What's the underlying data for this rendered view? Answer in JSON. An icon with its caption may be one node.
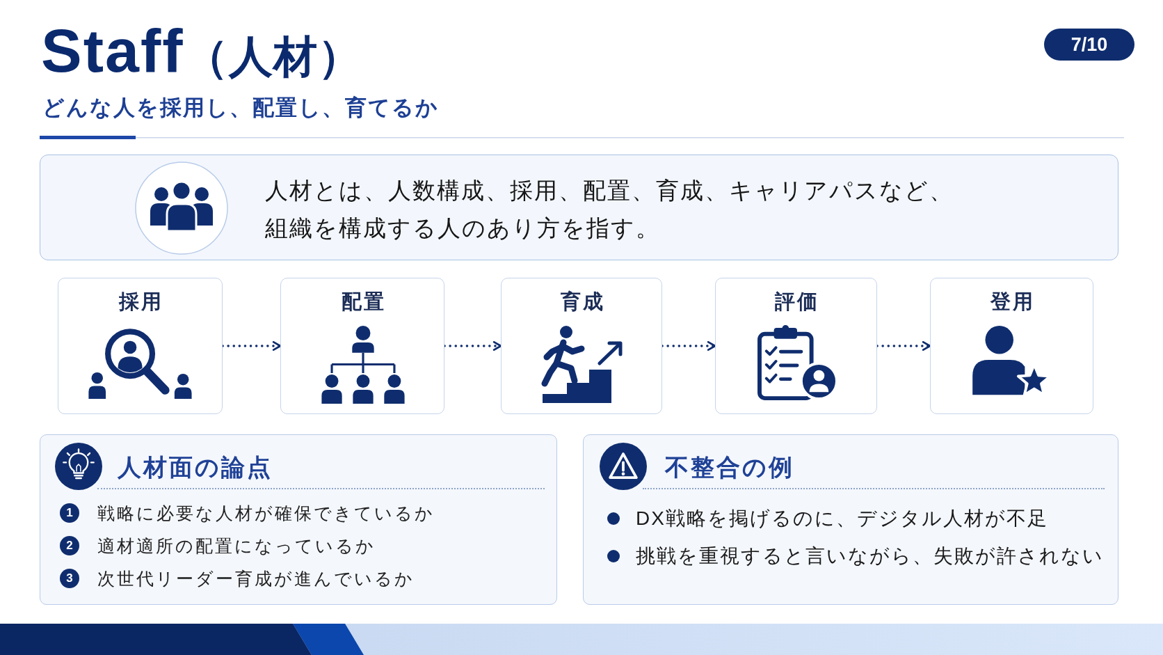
{
  "diagram": {
    "title": "Staff（人材）",
    "nodes": [
      {
        "text": [
          "7/10"
        ]
      },
      {
        "text": [
          "人材とは、人数構成、採用、配置、育成、キャリアパスなど、組織を構成する人のあり方を指す。"
        ]
      },
      {
        "text": [
          "採用"
        ]
      },
      {
        "text": [
          "配置"
        ]
      },
      {
        "text": [
          "育成"
        ]
      },
      {
        "text": [
          "評価"
        ]
      },
      {
        "text": [
          "登用"
        ]
      },
      {
        "text": [
          "人材面の論点",
          "戦略に必要な人材が確保できているか",
          "適材適所の配置になっているか",
          "次世代リーダー育成が進んでいるか"
        ]
      },
      {
        "text": [
          "1"
        ],
        "in": 7
      },
      {
        "text": [
          "2"
        ],
        "in": 7
      },
      {
        "text": [
          "3"
        ],
        "in": 7
      },
      {
        "text": [
          "不整合の例",
          "DX戦略を掲げるのに、デジタル人材が不足",
          "挑戦を重視すると言いながら、失敗が許されない"
        ]
      }
    ],
    "edges": [
      {
        "from": 2,
        "to": 3,
        "arrow": "to",
        "style": "dashed"
      },
      {
        "from": 3,
        "to": 4,
        "arrow": "to",
        "style": "dashed"
      },
      {
        "from": 4,
        "to": 5,
        "arrow": "to",
        "style": "dashed"
      },
      {
        "from": 5,
        "to": 6,
        "arrow": "to",
        "style": "dashed"
      }
    ],
    "labels": [
      "どんな人を採用し、配置し、育てるか"
    ]
  }
}
